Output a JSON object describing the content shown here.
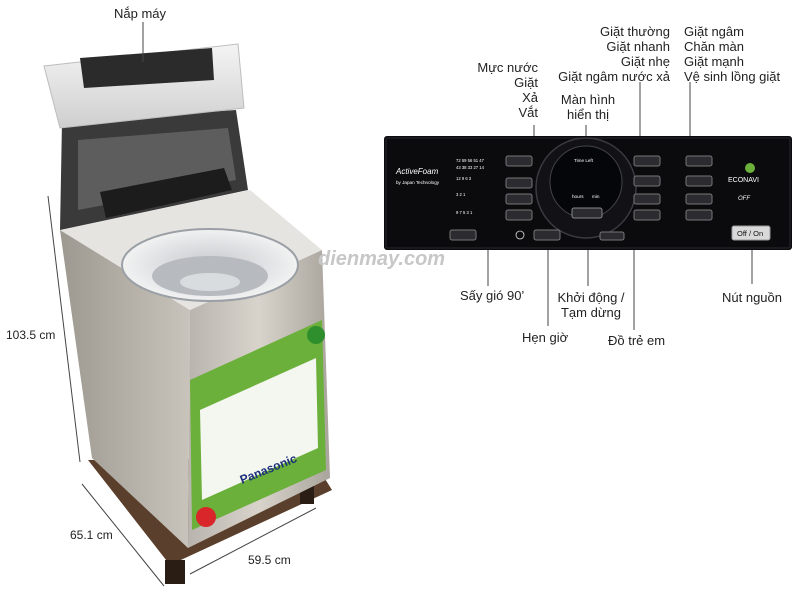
{
  "labels": {
    "lid": "Nắp máy",
    "water_level": "Mực nước",
    "wash": "Giặt",
    "rinse": "Xả",
    "spin": "Vắt",
    "display_1": "Màn hình",
    "display_2": "hiển thị",
    "prog_normal": "Giặt thường",
    "prog_speedy": "Giặt nhanh",
    "prog_delicate": "Giặt nhẹ",
    "prog_soak_rinse": "Giặt ngâm nước xả",
    "prog_soak": "Giặt ngâm",
    "prog_blanket": "Chăn màn",
    "prog_heavy": "Giặt mạnh",
    "prog_tub_clean": "Vệ sinh lồng giặt",
    "air_dry": "Sấy gió 90’",
    "start_pause_1": "Khởi động /",
    "start_pause_2": "Tạm dừng",
    "timer": "Hẹn giờ",
    "child_lock": "Đồ trẻ em",
    "power_button": "Nút nguồn",
    "power_text": "Off / On"
  },
  "dimensions": {
    "height": "103.5 cm",
    "depth": "65.1 cm",
    "width": "59.5 cm"
  },
  "watermark": "dienmay.com"
}
